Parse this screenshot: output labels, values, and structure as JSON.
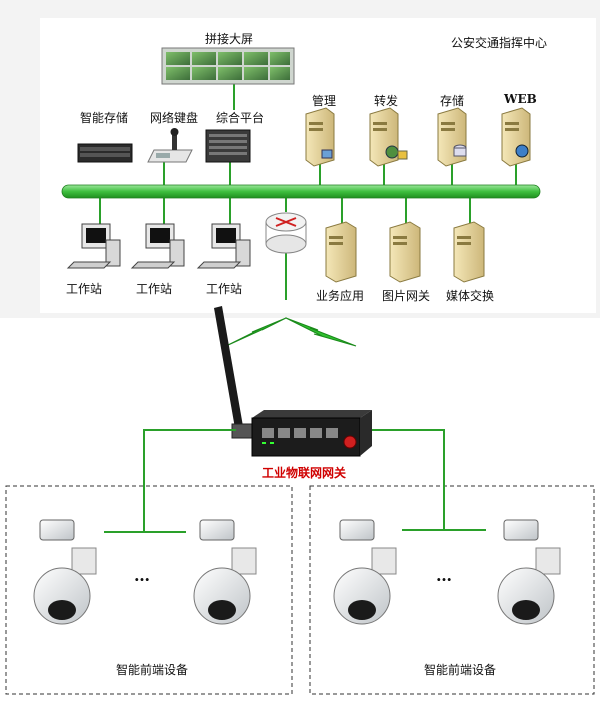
{
  "command_center": "公安交通指挥中心",
  "labels": {
    "video_wall": "拼接大屏",
    "storage_smart": "智能存储",
    "network_keyboard": "网络键盘",
    "integrated_platform": "综合平台",
    "server_manage": "管理",
    "server_forward": "转发",
    "server_storage": "存储",
    "server_web": "WEB",
    "workstation": "工作站",
    "server_business": "业务应用",
    "server_image": "图片网关",
    "server_media": "媒体交换",
    "gateway": "工业物联网网关",
    "front_group_left": "智能前端设备",
    "front_group_right": "智能前端设备",
    "ellipsis": "…"
  },
  "colors": {
    "bus": "#3fbf3f",
    "link": "#2aa02a",
    "gateway_label": "#d00000"
  }
}
